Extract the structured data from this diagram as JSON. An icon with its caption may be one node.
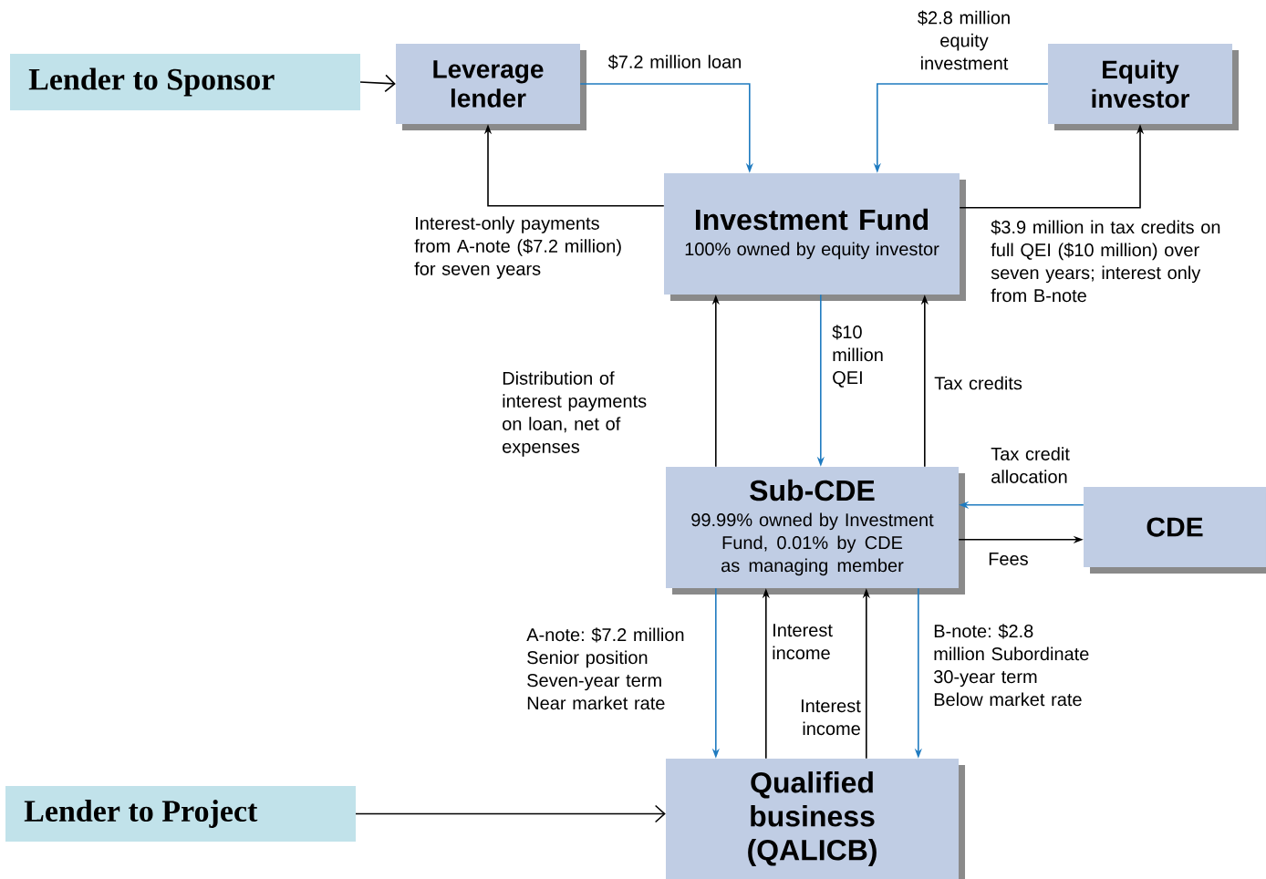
{
  "diagram": {
    "nodes": [
      {
        "text": [
          "Lender to Sponsor"
        ]
      },
      {
        "text": [
          "Leverage lender"
        ]
      },
      {
        "text": [
          "Equity investor"
        ]
      },
      {
        "text": [
          "Investment Fund",
          "100% owned by equity investor"
        ]
      },
      {
        "text": [
          "Sub-CDE",
          "99.99% owned by Investment Fund, 0.01% by CDE as managing member"
        ]
      },
      {
        "text": [
          "CDE"
        ]
      },
      {
        "text": [
          "Lender to Project"
        ]
      },
      {
        "text": [
          "Qualified business (QALICB)"
        ]
      }
    ],
    "edges": [
      {
        "from": 0,
        "to": 1,
        "arrow": "to"
      },
      {
        "from": 1,
        "to": 3,
        "arrow": "to",
        "label": "$7.2 million loan",
        "color": "#1f7bc0"
      },
      {
        "from": 2,
        "to": 3,
        "arrow": "to",
        "label": "$2.8 million equity investment",
        "color": "#1f7bc0"
      },
      {
        "from": 3,
        "to": 1,
        "arrow": "to",
        "label": "Interest-only payments from A-note ($7.2 million) for seven years"
      },
      {
        "from": 3,
        "to": 2,
        "arrow": "to",
        "label": "$3.9 million in tax credits on full QEI ($10 million) over seven years; interest only from B-note"
      },
      {
        "from": 4,
        "to": 3,
        "arrow": "to",
        "label": "Distribution of interest payments on loan, net of expenses"
      },
      {
        "from": 3,
        "to": 4,
        "arrow": "to",
        "label": "$10 million QEI",
        "color": "#1f7bc0"
      },
      {
        "from": 4,
        "to": 3,
        "arrow": "to",
        "label": "Tax credits"
      },
      {
        "from": 5,
        "to": 4,
        "arrow": "to",
        "label": "Tax credit allocation",
        "color": "#1f7bc0"
      },
      {
        "from": 4,
        "to": 5,
        "arrow": "to",
        "label": "Fees"
      },
      {
        "from": 4,
        "to": 7,
        "arrow": "to",
        "label": "A-note: $7.2 million Senior position Seven-year term Near market rate",
        "color": "#1f7bc0"
      },
      {
        "from": 7,
        "to": 4,
        "arrow": "to",
        "label": "Interest income"
      },
      {
        "from": 7,
        "to": 4,
        "arrow": "to",
        "label": "Interest income"
      },
      {
        "from": 4,
        "to": 7,
        "arrow": "to",
        "label": "B-note: $2.8 million Subordinate 30-year term Below market rate",
        "color": "#1f7bc0"
      },
      {
        "from": 6,
        "to": 7,
        "arrow": "to"
      }
    ]
  }
}
